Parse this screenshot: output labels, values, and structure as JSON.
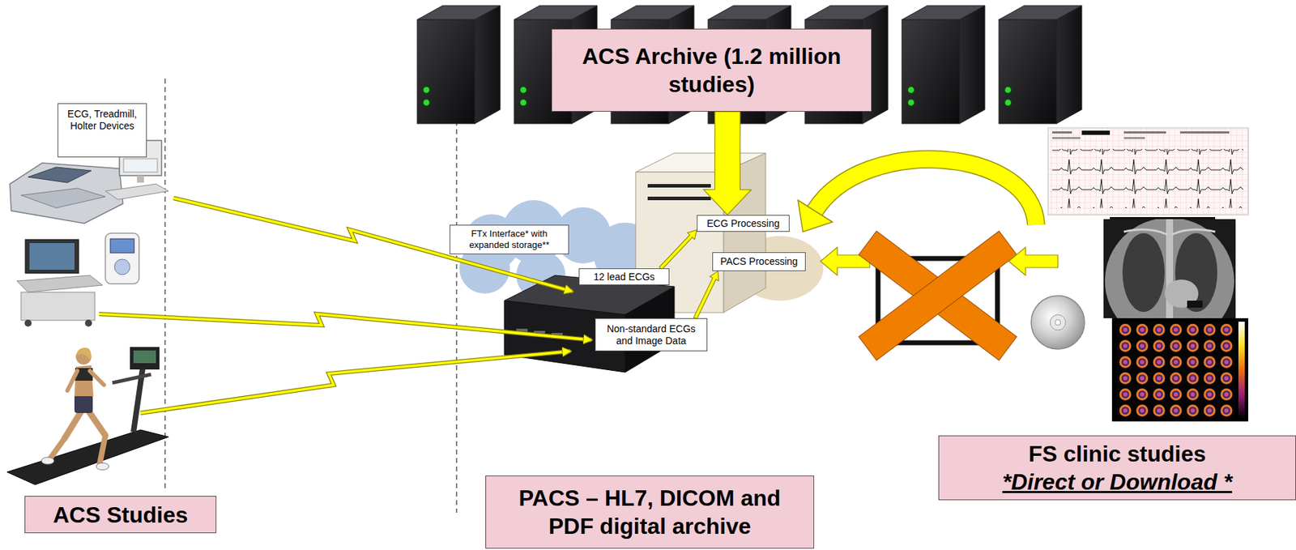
{
  "diagram": {
    "nodes": [
      {
        "text": [
          "ACS Archive (1.2 million studies)"
        ]
      },
      {
        "text": [
          "ECG, Treadmill, Holter Devices"
        ]
      },
      {
        "text": [
          "FTx Interface* with expanded storage**"
        ]
      },
      {
        "text": [
          "12 lead ECGs"
        ]
      },
      {
        "text": [
          "ECG Processing"
        ]
      },
      {
        "text": [
          "PACS Processing"
        ]
      },
      {
        "text": [
          "Non-standard ECGs and Image Data"
        ]
      },
      {
        "text": [
          "ACS Studies"
        ]
      },
      {
        "text": [
          "PACS – HL7, DICOM and PDF digital archive"
        ]
      },
      {
        "text": [
          "FS clinic studies",
          "*Direct or Download *"
        ]
      }
    ],
    "edges": [
      {
        "from": 0,
        "to": 4,
        "arrow": "to"
      },
      {
        "from": 3,
        "to": 4,
        "arrow": "to"
      },
      {
        "from": 6,
        "to": 5,
        "arrow": "to"
      }
    ]
  }
}
